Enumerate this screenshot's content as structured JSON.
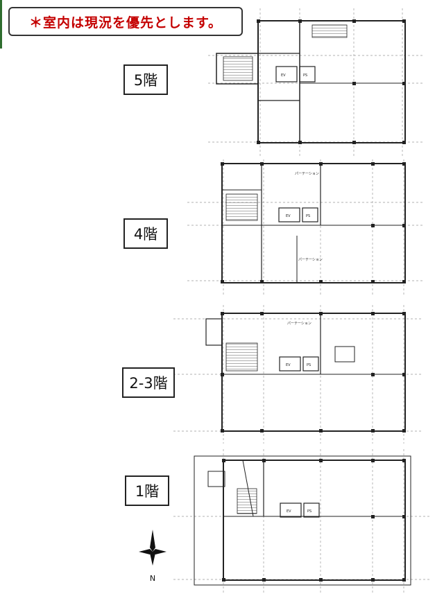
{
  "notice": {
    "text": "＊室内は現況を優先とします。",
    "color": "#c40000"
  },
  "floors": [
    {
      "label": "5階"
    },
    {
      "label": "4階"
    },
    {
      "label": "2-3階"
    },
    {
      "label": "1階"
    }
  ],
  "compass": {
    "label": "N"
  },
  "plan_labels": {
    "ev": "EV",
    "ps": "PS",
    "partition": "パーテーション"
  },
  "colors": {
    "line": "#222222",
    "dashed": "#888888",
    "accent_red": "#c40000"
  }
}
